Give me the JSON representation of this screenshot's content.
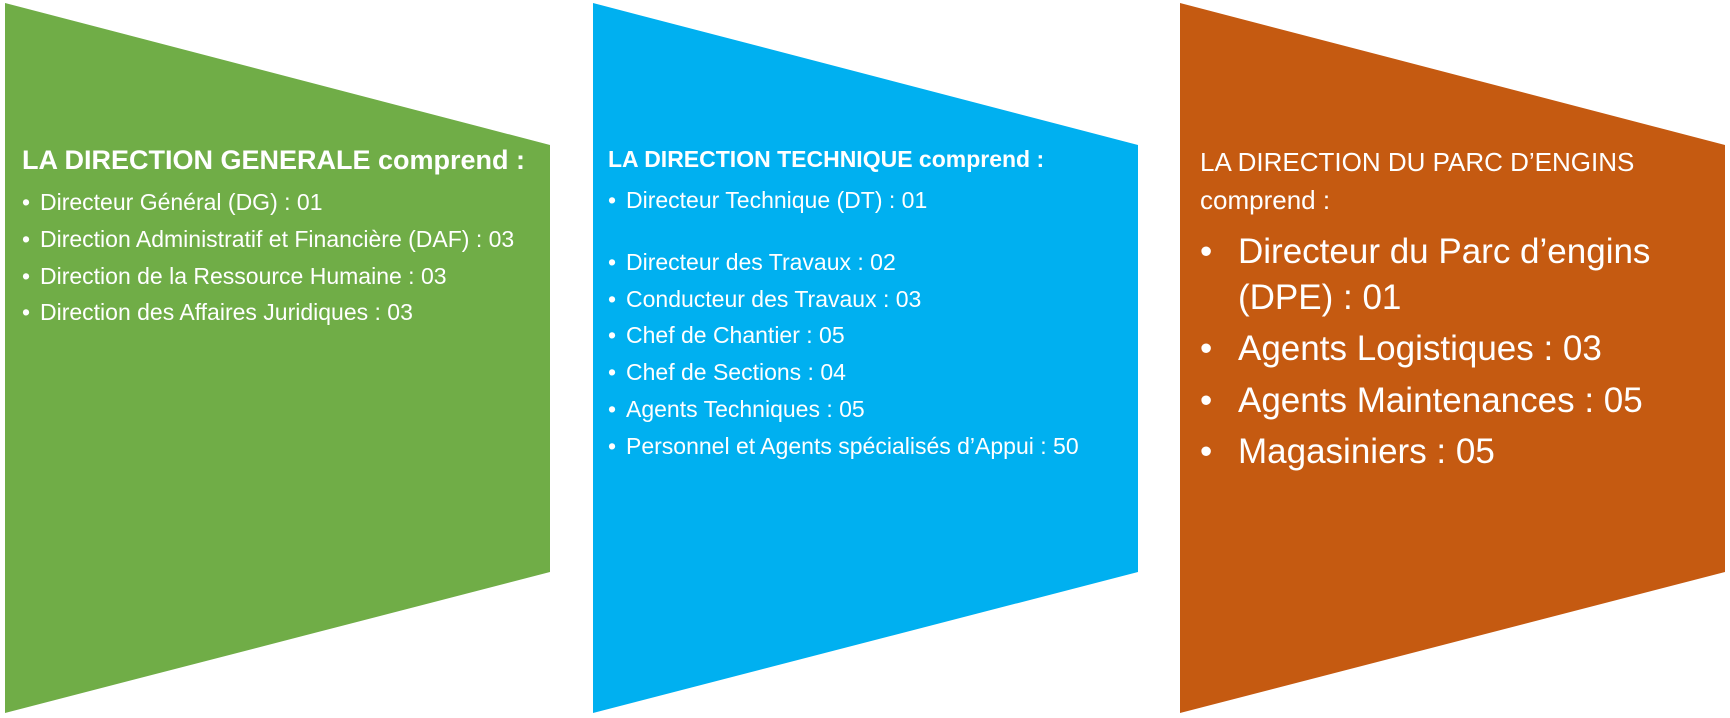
{
  "colors": {
    "direction_generale": "#70ad47",
    "direction_technique": "#00b0f0",
    "direction_parc": "#c55a11",
    "text": "#ffffff"
  },
  "panels": [
    {
      "title": "LA DIRECTION GENERALE comprend :",
      "items": [
        "Directeur Général (DG) : 01",
        "Direction Administratif et Financière (DAF) : 03",
        "Direction de la Ressource Humaine : 03",
        "Direction des Affaires Juridiques : 03"
      ]
    },
    {
      "title": "LA DIRECTION TECHNIQUE comprend :",
      "items": [
        "Directeur Technique (DT) : 01",
        "Directeur des Travaux : 02",
        "Conducteur des Travaux : 03",
        "Chef de Chantier : 05",
        "Chef de Sections : 04",
        "Agents Techniques : 05",
        "Personnel et Agents spécialisés d’Appui : 50"
      ]
    },
    {
      "title": "LA DIRECTION DU PARC D’ENGINS comprend :",
      "items": [
        "Directeur du Parc d’engins (DPE) : 01",
        "Agents Logistiques : 03",
        "Agents Maintenances : 05",
        "Magasiniers : 05"
      ]
    }
  ]
}
